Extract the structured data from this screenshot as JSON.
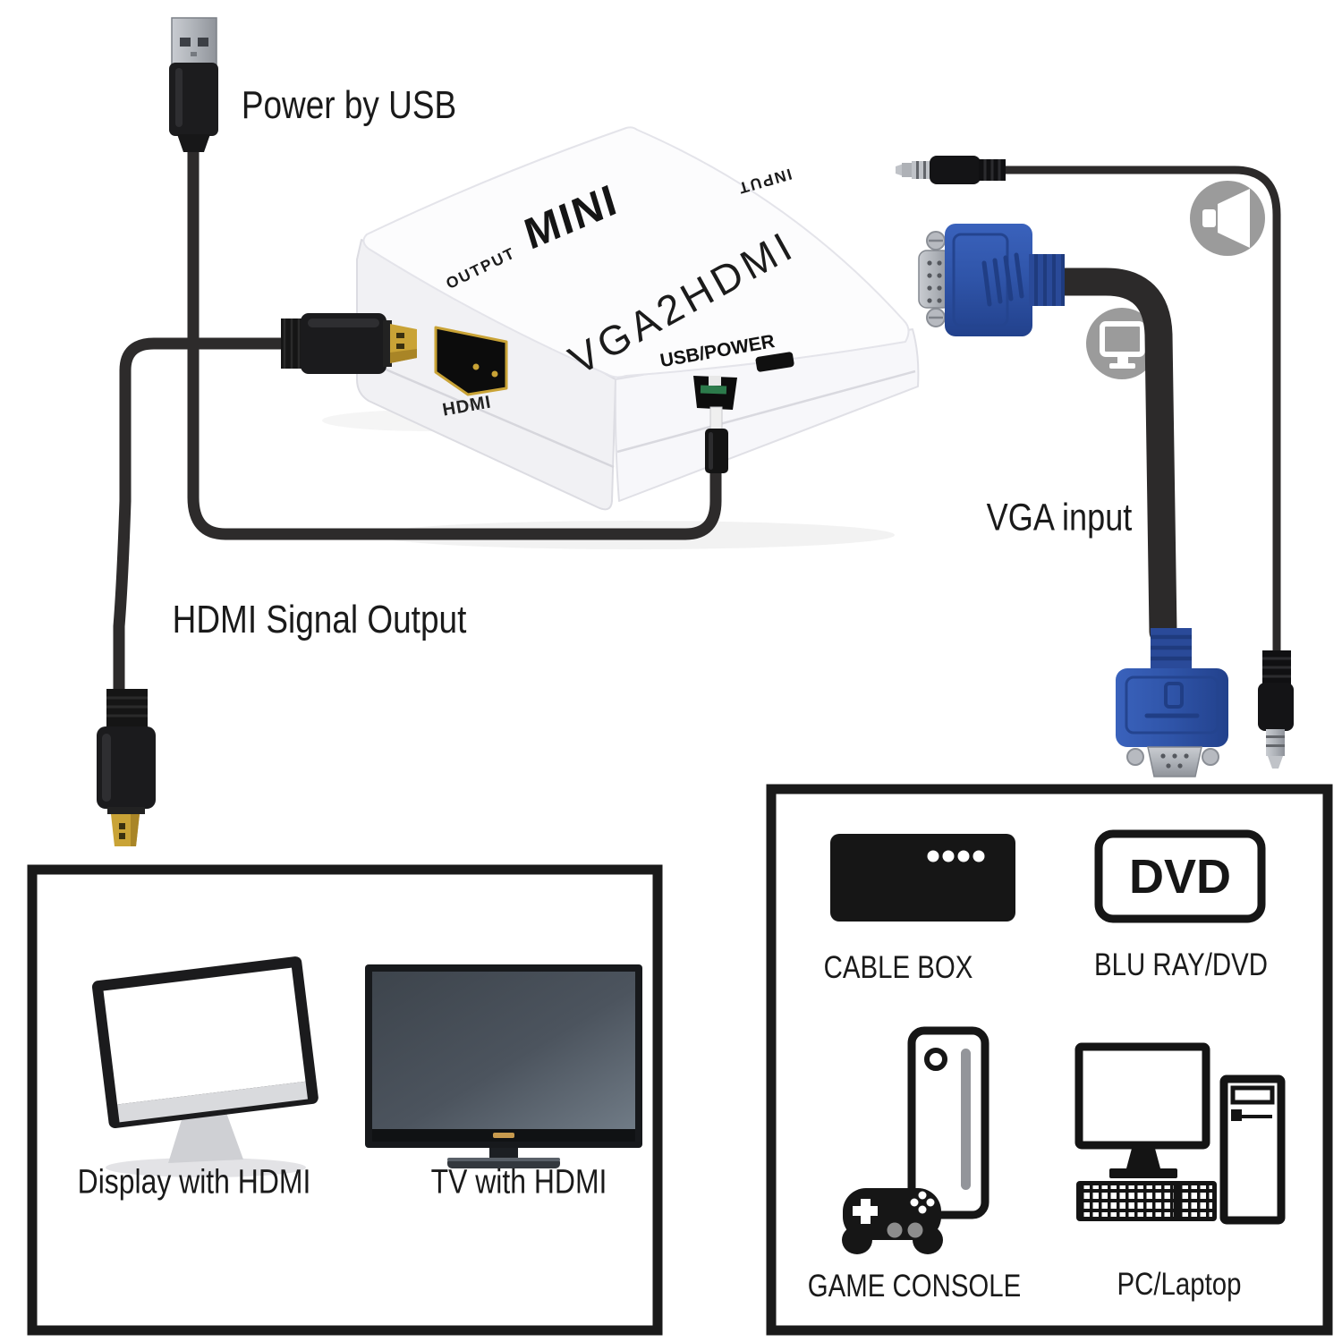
{
  "adapter": {
    "brand": "MINI",
    "model": "VGA2HDMI",
    "output_label": "OUTPUT",
    "input_label": "INPUT",
    "hdmi_port_label": "HDMI",
    "usb_power_label": "USB/POWER"
  },
  "annotations": {
    "power": "Power by USB",
    "hdmi_output": "HDMI Signal Output",
    "vga_input": "VGA input"
  },
  "display_box": {
    "items": [
      {
        "label": "Display with HDMI"
      },
      {
        "label": "TV with HDMI"
      }
    ]
  },
  "source_box": {
    "dvd_badge": "DVD",
    "items": [
      {
        "label": "CABLE BOX"
      },
      {
        "label": "BLU RAY/DVD"
      },
      {
        "label": "GAME CONSOLE"
      },
      {
        "label": "PC/Laptop"
      }
    ]
  },
  "icons": {
    "speaker": "speaker-icon",
    "monitor": "monitor-icon",
    "usb_plug": "usb-plug-icon",
    "hdmi_plug": "hdmi-plug-icon",
    "vga_plug": "vga-plug-icon",
    "audio_jack": "audio-jack-icon",
    "cable_box": "cable-box-icon",
    "dvd_player": "dvd-icon",
    "game_console": "game-console-icon",
    "pc": "pc-icon",
    "imac_display": "display-icon",
    "tv": "tv-icon"
  },
  "colors": {
    "text": "#1a1a1a",
    "cable": "#2e2c2c",
    "vga_blue": "#2f54a8",
    "vga_blue_dark": "#22418c",
    "gold": "#c9a336",
    "icon_gray": "#9b9b9b",
    "box_white": "#fcfcfd",
    "outline_black": "#161616"
  }
}
